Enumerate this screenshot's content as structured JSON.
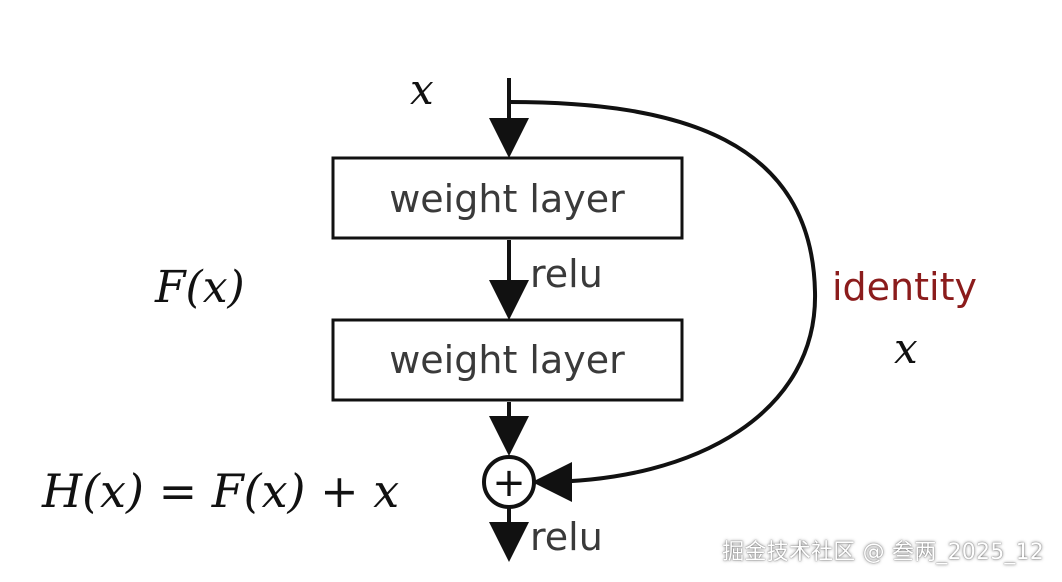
{
  "input_label": "x",
  "blocks": [
    {
      "label": "weight layer"
    },
    {
      "label": "weight layer"
    }
  ],
  "activation_labels": [
    "relu",
    "relu"
  ],
  "residual_label": "F(x)",
  "shortcut": {
    "label": "identity",
    "variable": "x",
    "color": "#8b1c1c"
  },
  "output_equation": "H(x) = F(x) + x",
  "sum_symbol": "+",
  "watermark": "掘金技术社区 @ 叁两_2025_12"
}
